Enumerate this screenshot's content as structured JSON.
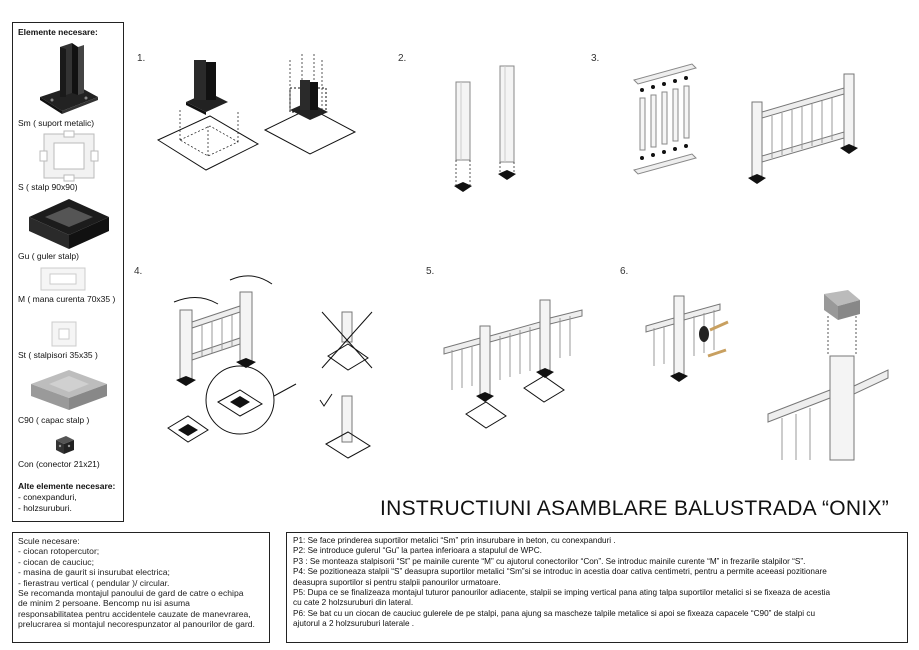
{
  "parts_panel": {
    "heading": "Elemente necesare:",
    "items": [
      {
        "label": "Sm ( suport metalic)",
        "icon": "metal-support-icon"
      },
      {
        "label": "S ( stalp 90x90)",
        "icon": "post-profile-icon"
      },
      {
        "label": "Gu ( guler stalp)",
        "icon": "post-collar-icon"
      },
      {
        "label": "M ( mana curenta 70x35 )",
        "icon": "handrail-profile-icon"
      },
      {
        "label": "St ( stalpisori 35x35 )",
        "icon": "baluster-profile-icon"
      },
      {
        "label": "C90 ( capac stalp )",
        "icon": "post-cap-icon"
      },
      {
        "label": "Con (conector 21x21)",
        "icon": "connector-icon"
      }
    ],
    "other_heading": "Alte elemente necesare:",
    "other_items": [
      "-  conexpanduri,",
      "-  holzsuruburi."
    ]
  },
  "steps_numbers": [
    "1.",
    "2.",
    "3.",
    "4.",
    "5.",
    "6."
  ],
  "title": "INSTRUCTIUNI ASAMBLARE BALUSTRADA “ONIX”",
  "tools": [
    "Scule necesare:",
    "- ciocan rotopercutor;",
    "- ciocan de cauciuc;",
    "- masina de gaurit si insurubat electrica;",
    "- fierastrau vertical ( pendular )/ circular.",
    "Se recomanda montajul panoului de gard de catre o echipa",
    "de minim 2 persoane. Bencomp nu isi asuma",
    "responsabilitatea pentru accidentele cauzate de manevrarea,",
    "prelucrarea si montajul necorespunzator al panourilor de gard."
  ],
  "instructions": [
    "P1: Se face prinderea suportilor metalici “Sm” prin insurubare in beton, cu conexpanduri .",
    "P2: Se introduce gulerul “Gu” la partea inferioara a stapulul de WPC.",
    "P3 : Se monteaza stalpisorii “St” pe mainile curente “M” cu ajutorul conectorilor “Con”. Se introduc mainile curente “M” in frezarile stalpilor “S”.",
    "P4: Se pozitioneaza stalpii “S” deasupra suportilor metalici “Sm”si se introduc in acestia doar cativa centimetri, pentru a permite aceeasi pozitionare",
    "deasupra suportilor si pentru stalpii panourilor urmatoare.",
    "P5: Dupa ce se finalizeaza montajul tuturor panourilor adiacente, stalpii se imping vertical pana ating talpa suportilor metalici si se fixeaza de acestia",
    "cu cate 2 holzsuruburi din lateral.",
    "P6: Se bat cu un ciocan de cauciuc gulerele de pe stalpi, pana ajung sa mascheze talpile metalice si apoi se fixeaza capacele “C90” de stalpi cu",
    "ajutorul a 2 holzsuruburi laterale ."
  ]
}
